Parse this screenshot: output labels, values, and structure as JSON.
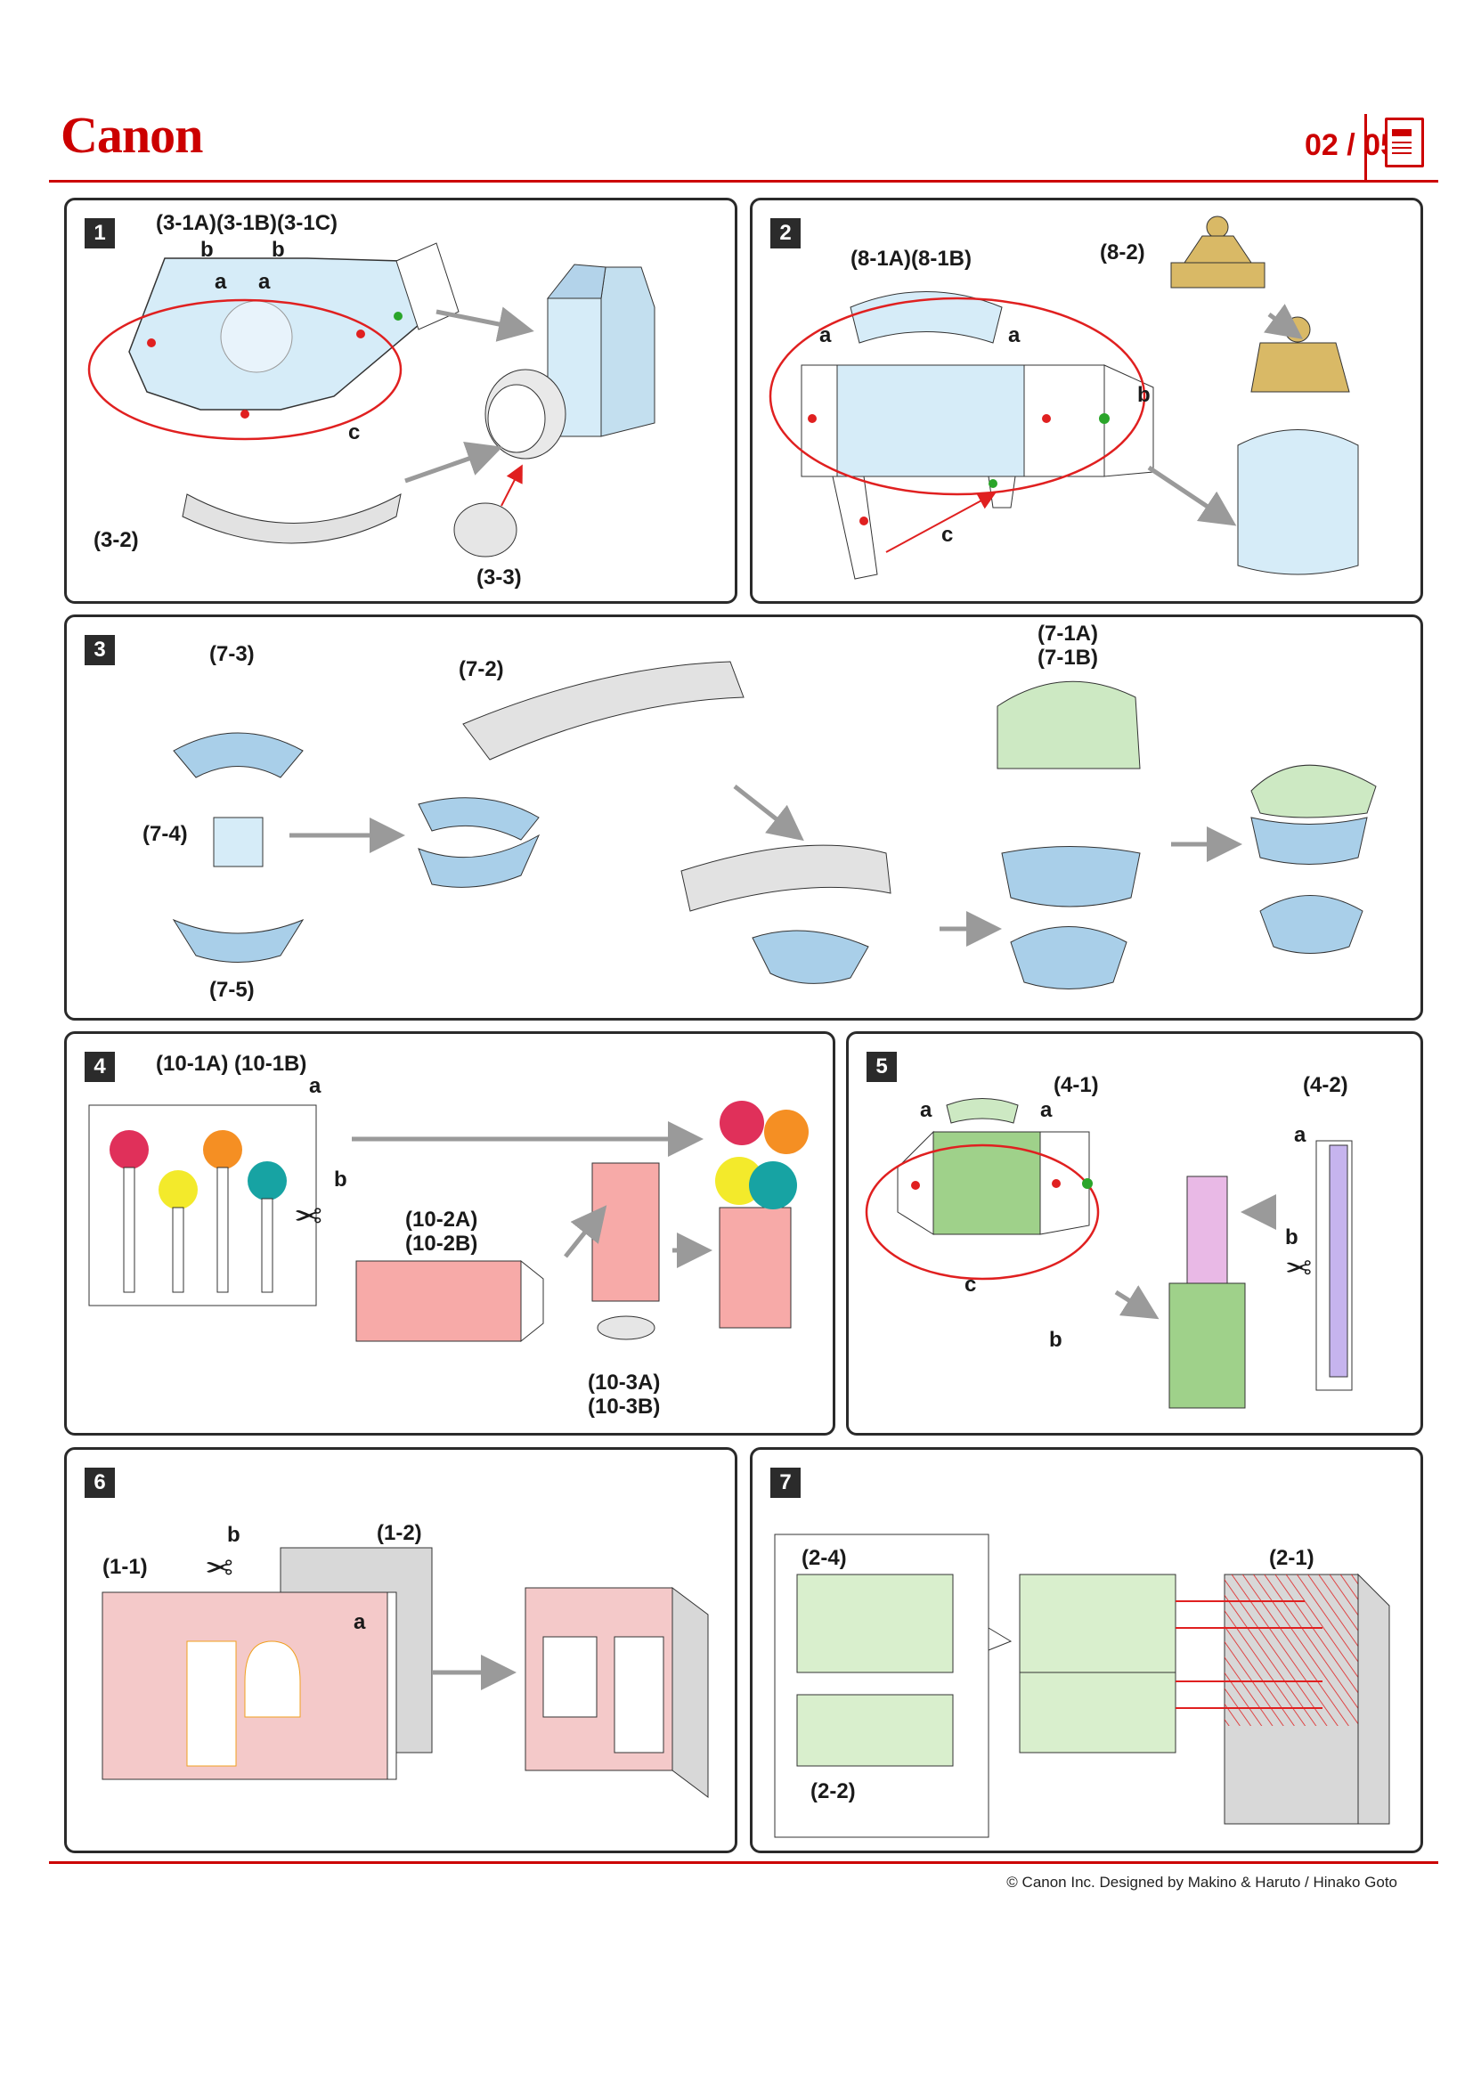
{
  "header": {
    "brand": "Canon",
    "page_indicator": "02 / 05"
  },
  "panels": [
    {
      "step": "1",
      "labels": [
        "(3-1A)(3-1B)(3-1C)",
        "b",
        "b",
        "a",
        "a",
        "c",
        "(3-2)",
        "(3-3)"
      ]
    },
    {
      "step": "2",
      "labels": [
        "(8-1A)(8-1B)",
        "(8-2)",
        "a",
        "a",
        "b",
        "c"
      ]
    },
    {
      "step": "3",
      "labels": [
        "(7-3)",
        "(7-4)",
        "(7-5)",
        "(7-2)",
        "(7-1A)",
        "(7-1B)"
      ]
    },
    {
      "step": "4",
      "labels": [
        "(10-1A) (10-1B)",
        "a",
        "b",
        "(10-2A)",
        "(10-2B)",
        "(10-3A)",
        "(10-3B)"
      ]
    },
    {
      "step": "5",
      "labels": [
        "(4-1)",
        "(4-2)",
        "a",
        "a",
        "a",
        "b",
        "c",
        "b"
      ]
    },
    {
      "step": "6",
      "labels": [
        "(1-1)",
        "(1-2)",
        "b",
        "a"
      ]
    },
    {
      "step": "7",
      "labels": [
        "(2-4)",
        "(2-2)",
        "(2-1)"
      ]
    }
  ],
  "footer": {
    "credit": "© Canon Inc. Designed by Makino & Haruto / Hinako Goto"
  },
  "colors": {
    "brand_red": "#cc0000",
    "part_blue": "#d6ecf8",
    "part_blue_dark": "#a9cfe9",
    "part_pink": "#f7c9c9",
    "part_green": "#cde9c3",
    "part_gold": "#d9b966",
    "arrow_gray": "#9a9a9a",
    "guide_red": "#e02020",
    "guide_green": "#2aa52a"
  },
  "icons": [
    "page-icon",
    "scissors-icon",
    "curl-arrow-icon"
  ]
}
